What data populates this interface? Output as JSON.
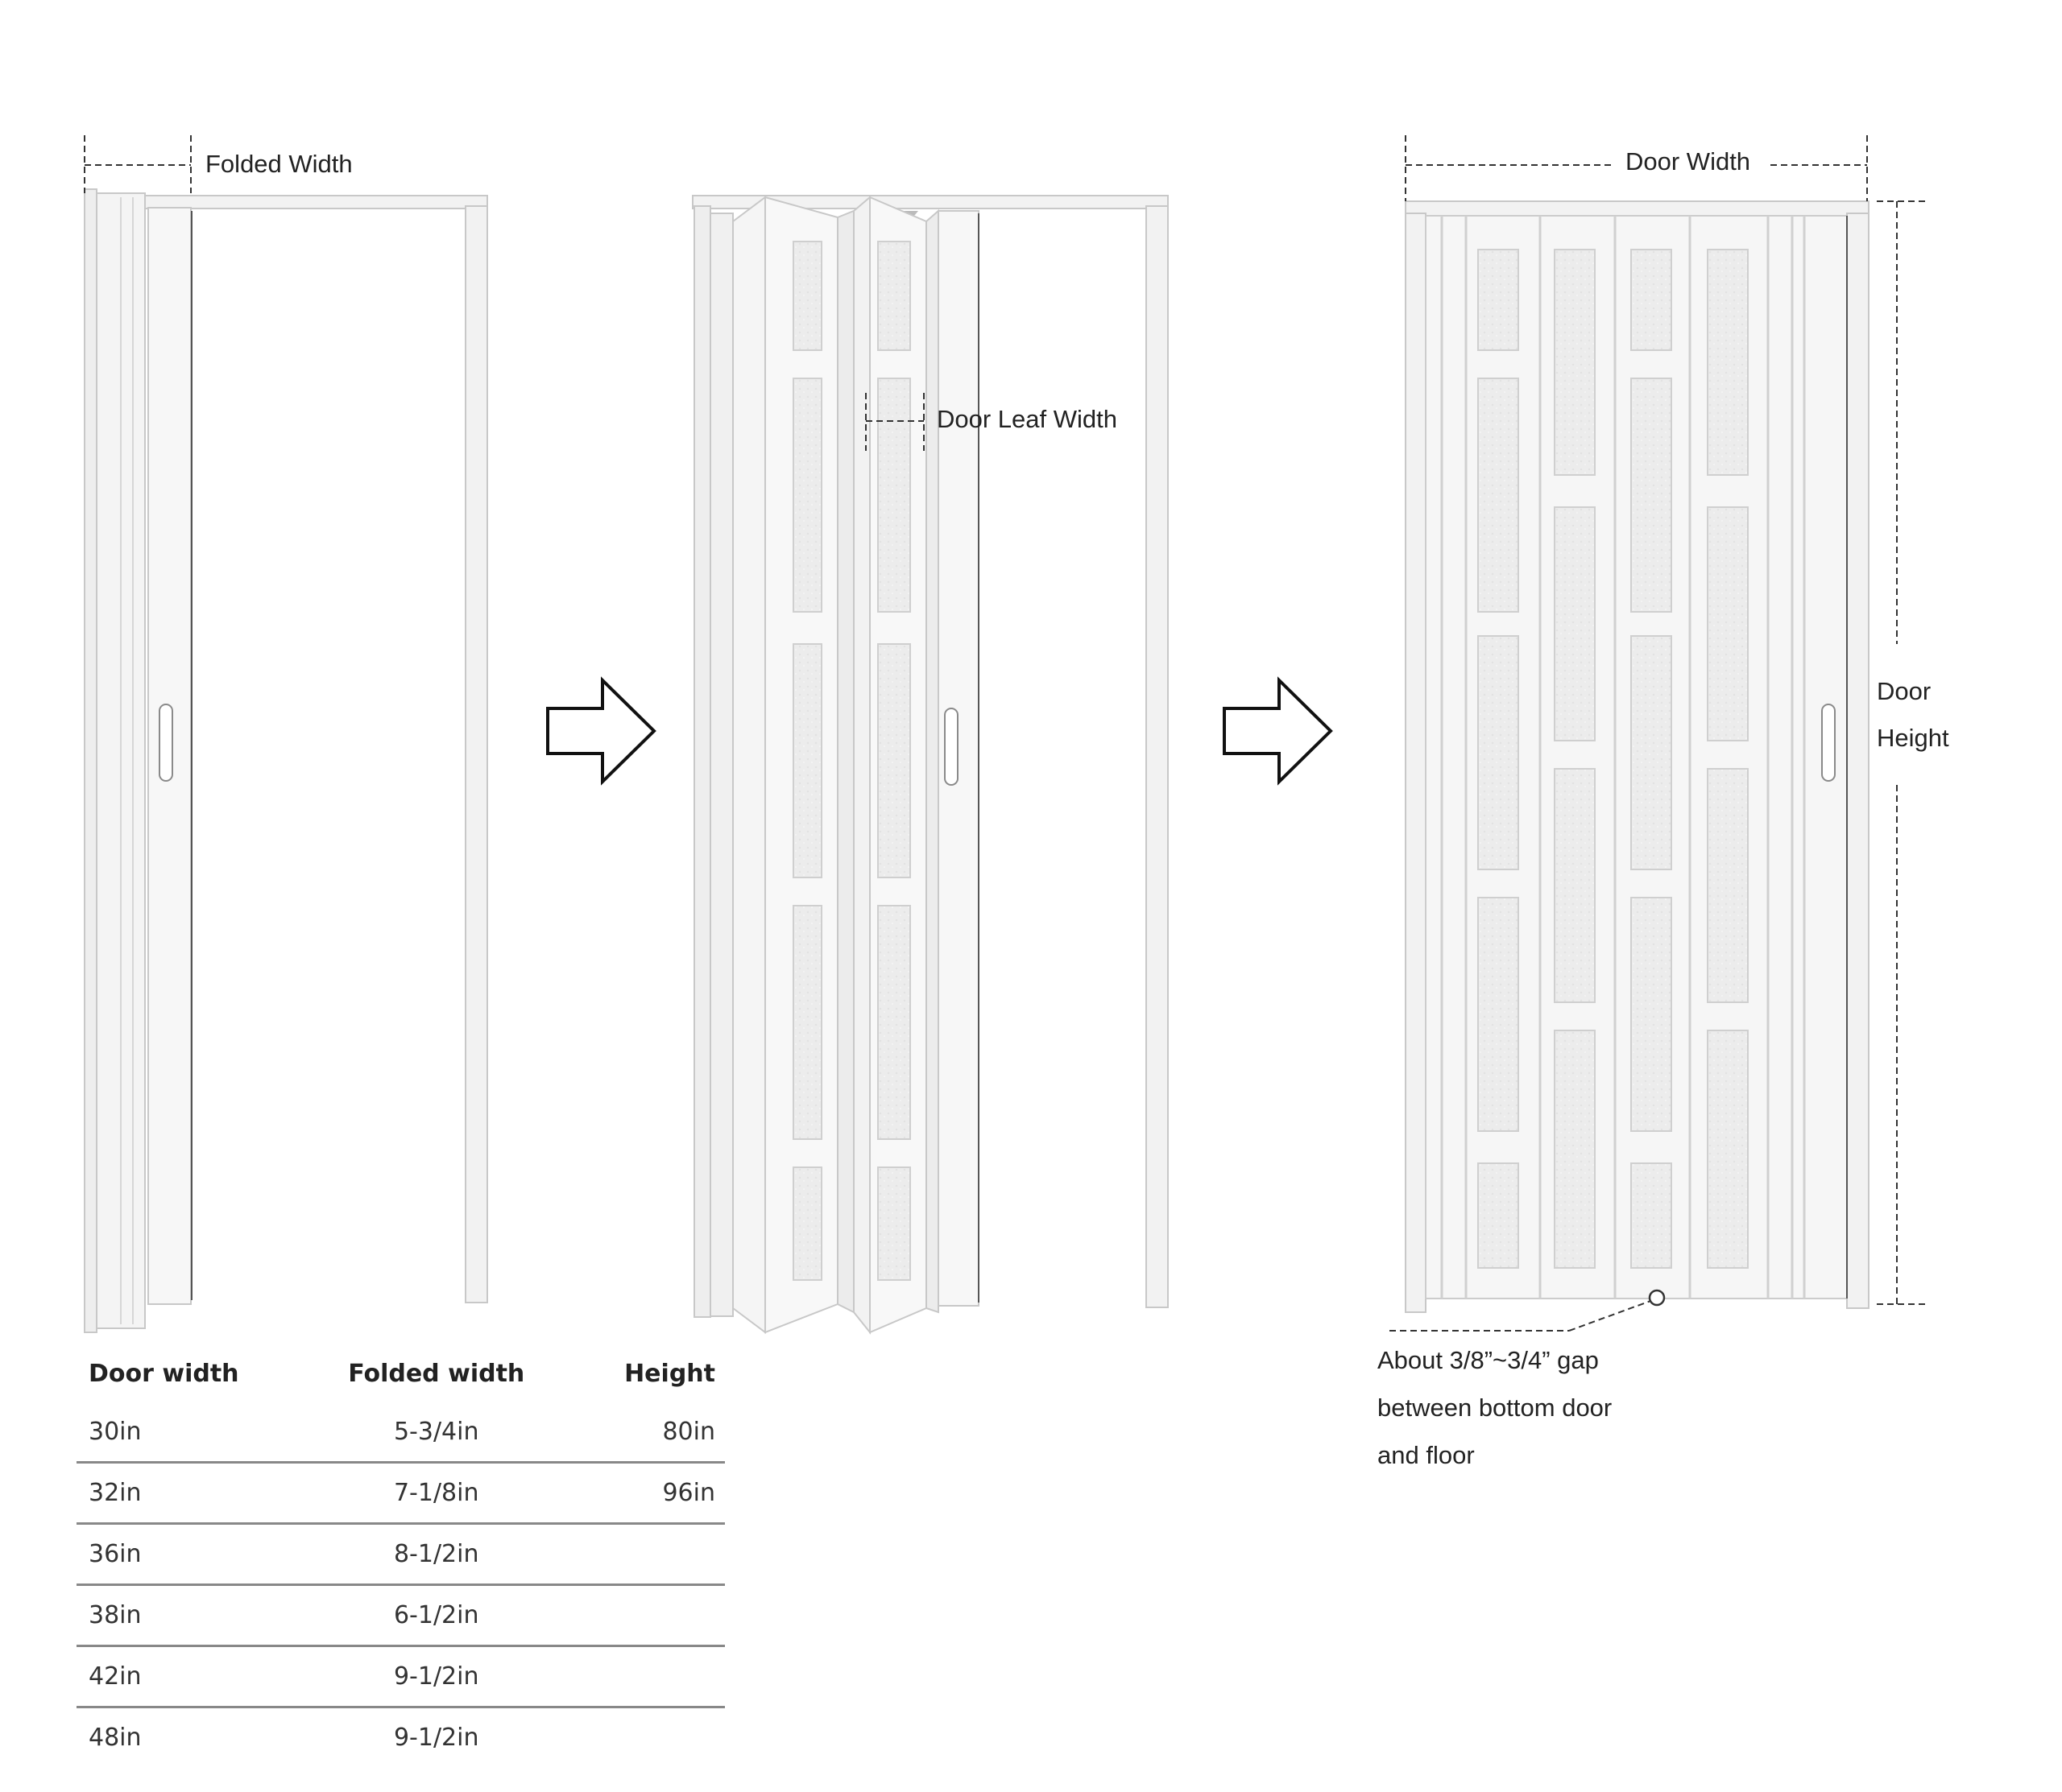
{
  "labels": {
    "folded_width": "Folded Width",
    "door_leaf_width": "Door Leaf Width",
    "door_width": "Door Width",
    "door_height_line1": "Door",
    "door_height_line2": "Height",
    "gap_line1": "About 3/8”~3/4” gap",
    "gap_line2": "between bottom door",
    "gap_line3": "and floor"
  },
  "table": {
    "headers": [
      "Door width",
      "Folded width",
      "Height"
    ],
    "rows": [
      [
        "30in",
        "5-3/4in",
        "80in"
      ],
      [
        "32in",
        "7-1/8in",
        "96in"
      ],
      [
        "36in",
        "8-1/2in",
        ""
      ],
      [
        "38in",
        "6-1/2in",
        ""
      ],
      [
        "42in",
        "9-1/2in",
        ""
      ],
      [
        "48in",
        "9-1/2in",
        ""
      ]
    ]
  },
  "colors": {
    "frame": "#f2f2f2",
    "frame_edge": "#c8c8c8",
    "panel": "#f6f6f6",
    "glass": "#ececec",
    "dim_line": "#333333",
    "table_rule": "#888888"
  }
}
